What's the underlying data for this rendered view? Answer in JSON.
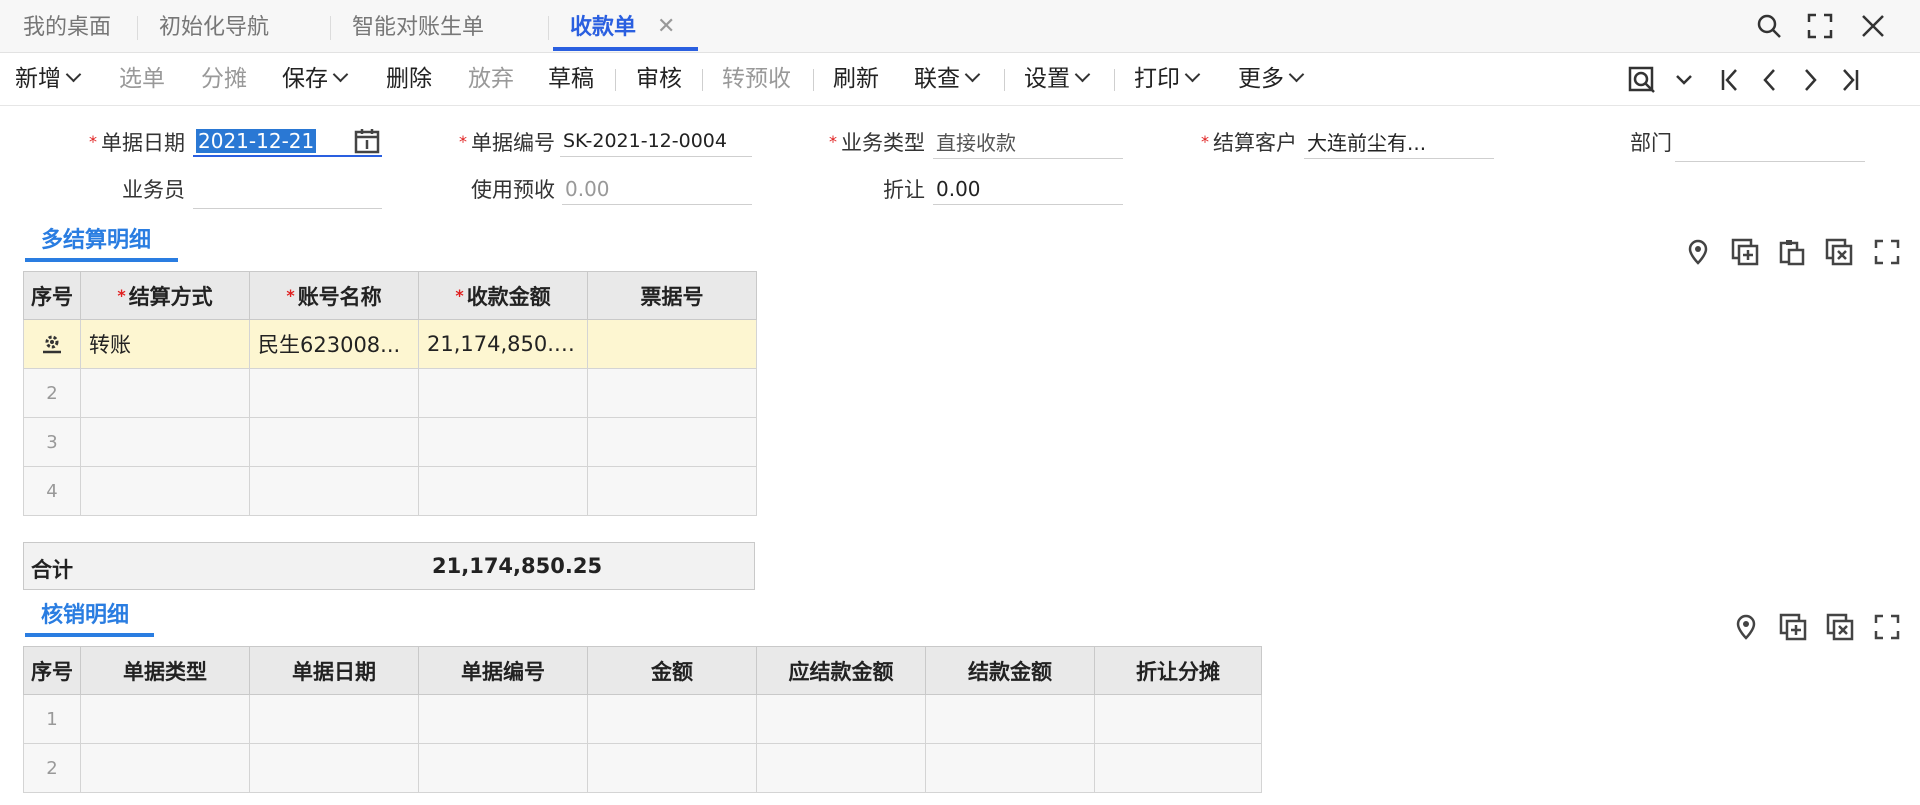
{
  "tabs": [
    {
      "label": "我的桌面"
    },
    {
      "label": "初始化导航"
    },
    {
      "label": "智能对账生单"
    },
    {
      "label": "收款单"
    }
  ],
  "toolbar": {
    "add": "新增",
    "select": "选单",
    "split": "分摊",
    "save": "保存",
    "delete": "删除",
    "abandon": "放弃",
    "draft": "草稿",
    "audit": "审核",
    "prepay": "转预收",
    "refresh": "刷新",
    "link": "联查",
    "settings": "设置",
    "print": "打印",
    "more": "更多"
  },
  "form": {
    "date_label": "单据日期",
    "date_value": "2021-12-21",
    "code_label": "单据编号",
    "code_value": "SK-2021-12-0004",
    "biz_type_label": "业务类型",
    "biz_type_value": "直接收款",
    "customer_label": "结算客户",
    "customer_value": "大连前尘有...",
    "dept_label": "部门",
    "dept_value": "",
    "staff_label": "业务员",
    "staff_value": "",
    "prepay_label": "使用预收",
    "prepay_value": "0.00",
    "discount_label": "折让",
    "discount_value": "0.00"
  },
  "settlement": {
    "title": "多结算明细",
    "headers": {
      "seq": "序号",
      "method": "结算方式",
      "account": "账号名称",
      "amount": "收款金额",
      "bill_no": "票据号"
    },
    "rows": [
      {
        "seq": "",
        "method": "转账",
        "account": "民生623008...",
        "amount": "21,174,850.25",
        "bill_no": ""
      },
      {
        "seq": "2",
        "method": "",
        "account": "",
        "amount": "",
        "bill_no": ""
      },
      {
        "seq": "3",
        "method": "",
        "account": "",
        "amount": "",
        "bill_no": ""
      },
      {
        "seq": "4",
        "method": "",
        "account": "",
        "amount": "",
        "bill_no": ""
      }
    ],
    "total_label": "合计",
    "total_value": "21,174,850.25"
  },
  "writeoff": {
    "title": "核销明细",
    "headers": {
      "seq": "序号",
      "type": "单据类型",
      "date": "单据日期",
      "code": "单据编号",
      "amount": "金额",
      "due": "应结款金额",
      "paid": "结款金额",
      "discount": "折让分摊"
    },
    "rows": [
      {
        "seq": "1"
      },
      {
        "seq": "2"
      }
    ]
  },
  "colors": {
    "accent": "#2a5fe0",
    "section": "#2a7de1",
    "required": "#e02020",
    "highlight_row": "#fdf6d1"
  }
}
